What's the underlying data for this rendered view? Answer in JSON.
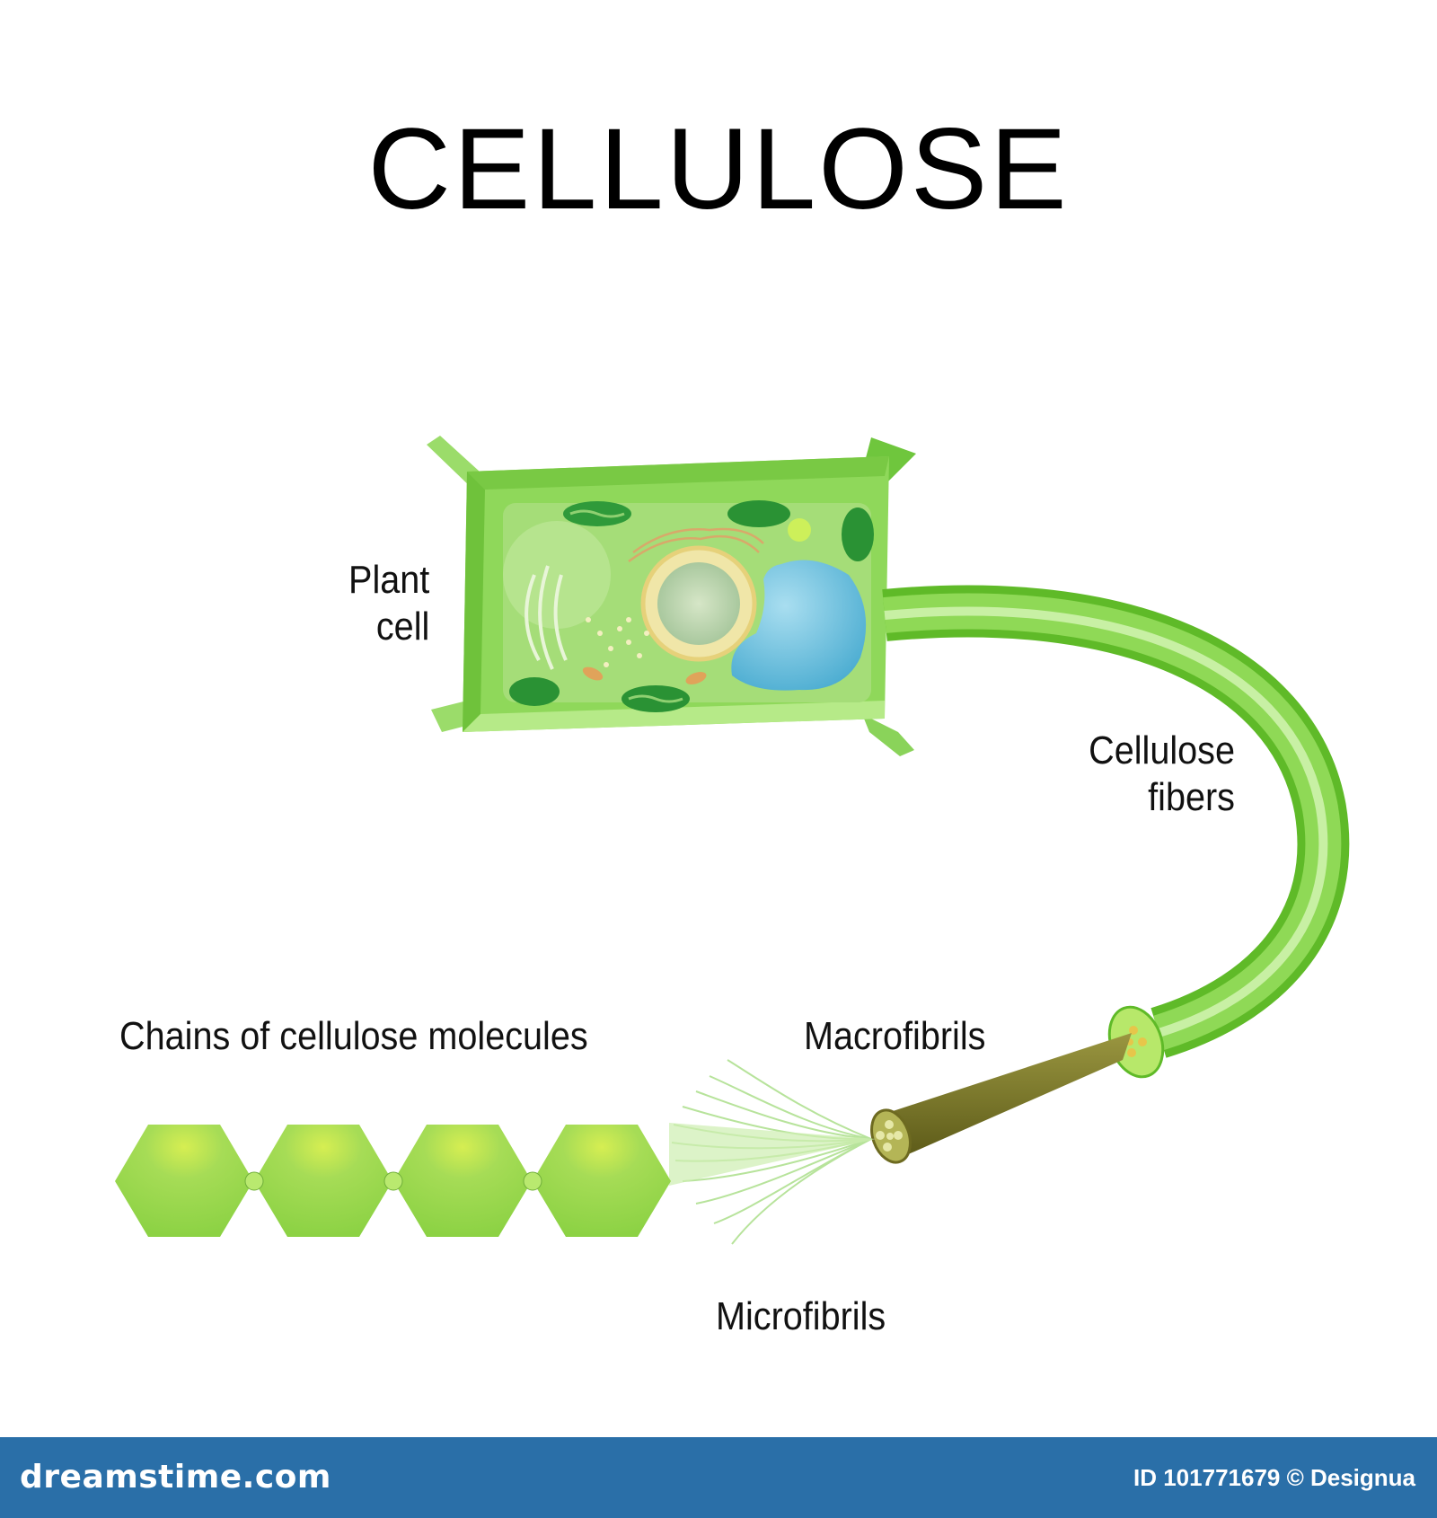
{
  "title": "CELLULOSE",
  "labels": {
    "plant_cell": [
      "Plant",
      "cell"
    ],
    "cellulose_fibers": [
      "Cellulose",
      "fibers"
    ],
    "chains": "Chains of cellulose molecules",
    "macrofibrils": "Macrofibrils",
    "microfibrils": "Microfibrils"
  },
  "footer": {
    "brand": "dreamstime.com",
    "credit": "ID 101771679 © Designua"
  },
  "colors": {
    "cell_wall": "#8fd85a",
    "cell_wall_light": "#b6ea88",
    "cytoplasm": "#a5dd78",
    "vacuole": "#5fb9d8",
    "chloroplast": "#2f9a3a",
    "fiber": "#78cf3c",
    "macrofibril": "#7d7a2a",
    "hexagon": "#96d84b",
    "footer_bg": "#2a6fa8"
  }
}
